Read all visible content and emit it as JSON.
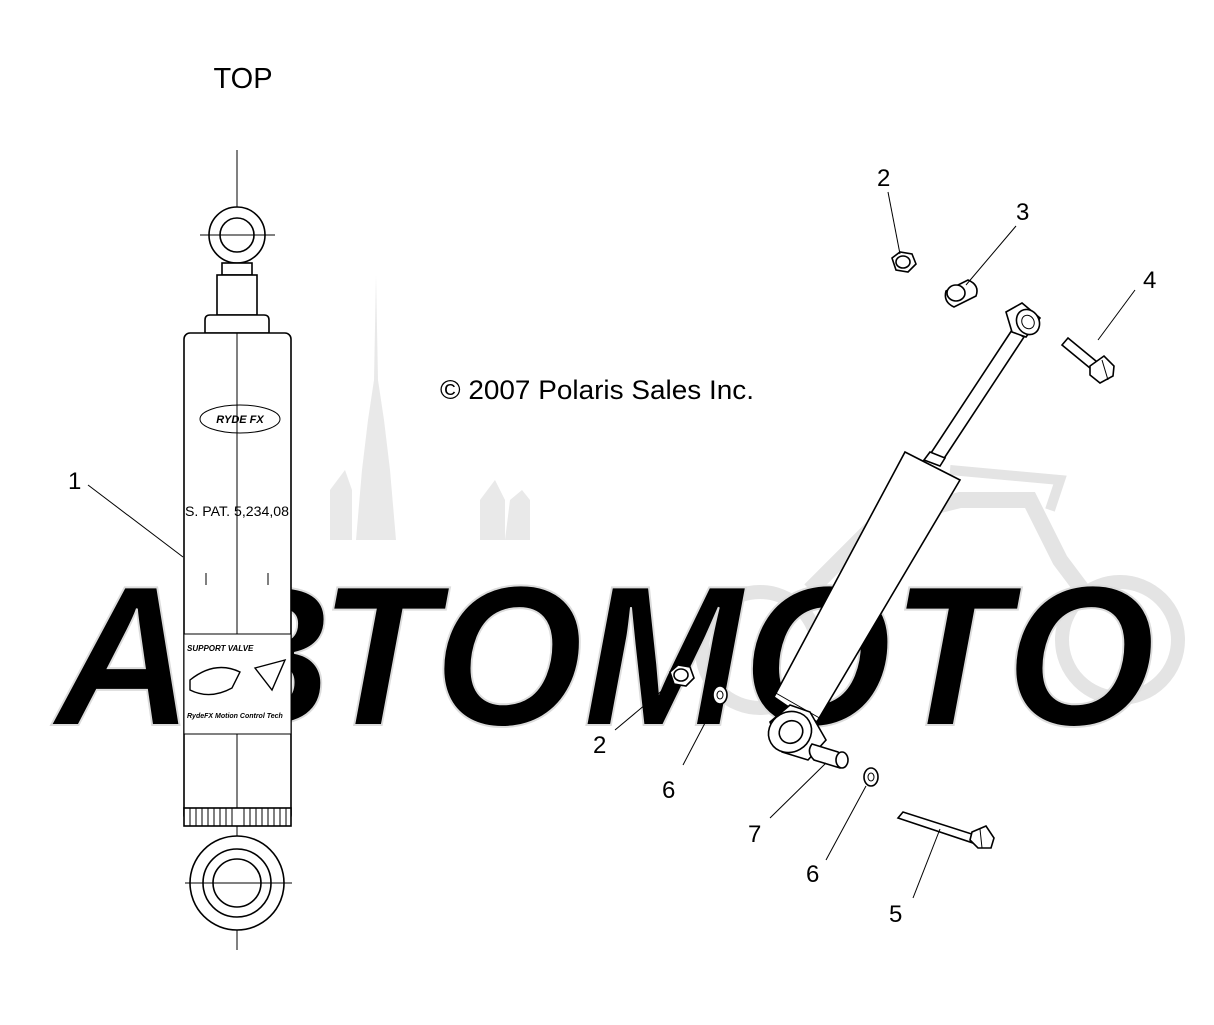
{
  "top_label": "TOP",
  "copyright": "© 2007 Polaris Sales Inc.",
  "watermark_text": "АВТОМОТО",
  "shock_labels": {
    "brand": "RYDE FX",
    "patent": "S. PAT. 5,234,08",
    "band_top": "SUPPORT VALVE",
    "band_bottom": "RydeFX Motion Control Tech"
  },
  "callouts": [
    {
      "id": "c1",
      "text": "1"
    },
    {
      "id": "c2a",
      "text": "2"
    },
    {
      "id": "c3",
      "text": "3"
    },
    {
      "id": "c4",
      "text": "4"
    },
    {
      "id": "c2b",
      "text": "2"
    },
    {
      "id": "c6a",
      "text": "6"
    },
    {
      "id": "c7",
      "text": "7"
    },
    {
      "id": "c6b",
      "text": "6"
    },
    {
      "id": "c5",
      "text": "5"
    }
  ]
}
